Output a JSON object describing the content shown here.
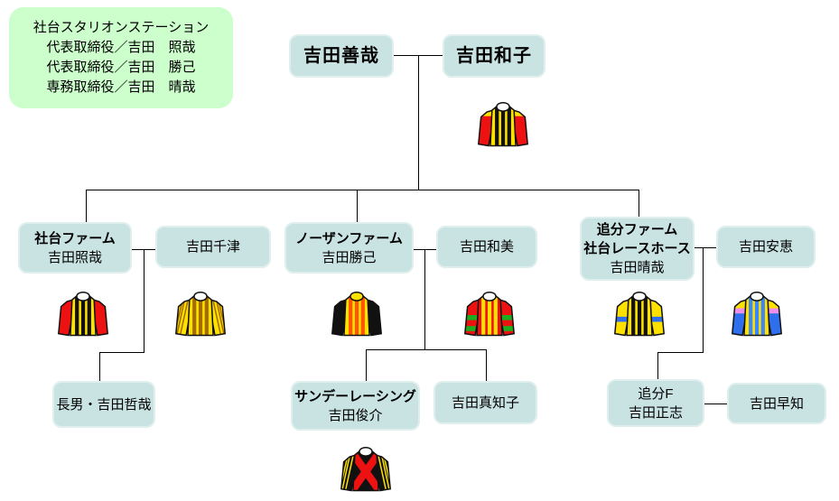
{
  "info": {
    "line1": "社台スタリオンステーション",
    "line2": "代表取締役／吉田　照哉",
    "line3": "代表取締役／吉田　勝己",
    "line4": "専務取締役／吉田　晴哉"
  },
  "nodes": {
    "zenya": "吉田善哉",
    "kazuko": "吉田和子",
    "shadai_farm": "社台ファーム",
    "teruya": "吉田照哉",
    "chizu": "吉田千津",
    "northern_farm": "ノーザンファーム",
    "katsumi": "吉田勝己",
    "kazumi": "吉田和美",
    "oiwake_farm": "追分ファーム",
    "shadai_racehorse": "社台レースホース",
    "haruya": "吉田晴哉",
    "yasue": "吉田安恵",
    "tetsuya": "長男・吉田哲哉",
    "sunday_racing": "サンデーレーシング",
    "shunsuke": "吉田俊介",
    "machiko": "吉田真知子",
    "oiwake_f": "追分F",
    "masashi": "吉田正志",
    "sachi": "吉田早知"
  },
  "colors": {
    "box_fill": "#c9e2e2",
    "box_border": "#dfefee",
    "info_fill": "#ccffcc",
    "line": "#000000",
    "text": "#000000"
  },
  "silks": {
    "kazuko": {
      "body": "#ffe100",
      "body_stripe": "#111111",
      "sleeve": "#ee1111",
      "sleeve_upper": "#ffe100",
      "collar": "#ffffff"
    },
    "teruya": {
      "body": "#ffe100",
      "body_stripe": "#111111",
      "sleeve": "#ee1111",
      "collar": "#ffffff"
    },
    "chizu": {
      "body": "#ffe100",
      "body_stripe": "#a36b00",
      "sleeve": "#ffe100",
      "sleeve_stripe": "#a36b00",
      "collar": "#ffffff"
    },
    "katsumi": {
      "body": "#ffe100",
      "body_stripe": "#ff5500",
      "sleeve": "#111111",
      "collar": "#ffe100"
    },
    "kazumi": {
      "body": "#ee1111",
      "body_stripe": "#ffe100",
      "sleeve": "#ee1111",
      "hoops": [
        {
          "color": "#1faa1f",
          "y": 30
        },
        {
          "color": "#1faa1f",
          "y": 43
        }
      ],
      "collar": "#ffffff"
    },
    "haruya": {
      "body": "#ffe100",
      "body_stripe": "#111111",
      "sleeve": "#ffe100",
      "hoops": [
        {
          "color": "#2f6fee",
          "y": 32
        }
      ],
      "collar": "#ffffff"
    },
    "yasue": {
      "body": "#ffe100",
      "body_stripe": "#3a86ff",
      "sleeve": "#ffe100",
      "sleeve_lower": {
        "color": "#2f6fee",
        "from": 28
      },
      "hoops": [
        {
          "color": "#ee8fee",
          "y": 22
        }
      ],
      "collar": "#ffffff"
    },
    "shunsuke": {
      "body": "#111111",
      "sash": "#ee1111",
      "sleeve": "#111111",
      "sleeve_stripe": "#ffe100",
      "collar": "#ffffff"
    }
  }
}
